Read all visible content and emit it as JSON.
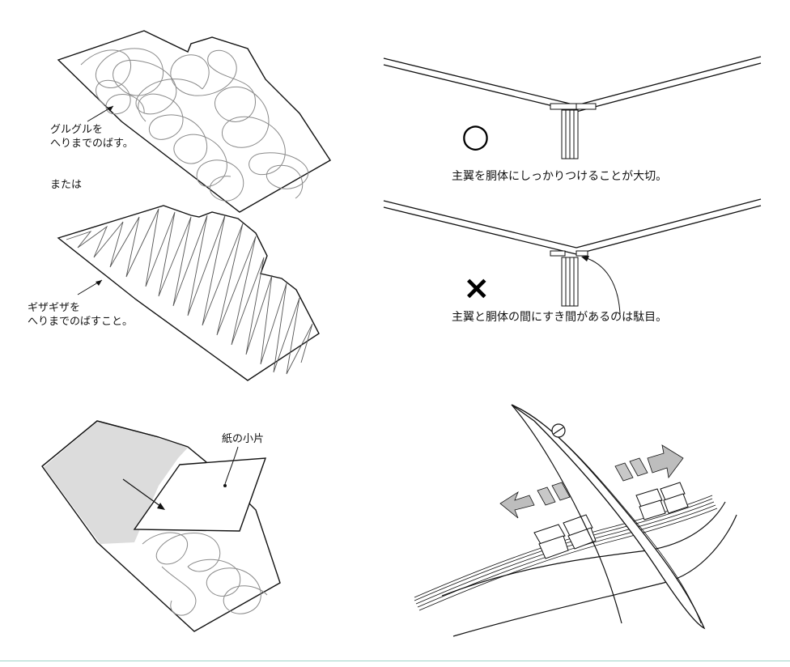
{
  "panels": {
    "scribble": {
      "caption_line1": "グルグルを",
      "caption_line2": "へりまでのばす。",
      "or_text": "または"
    },
    "zigzag": {
      "caption_line1": "ギザギザを",
      "caption_line2": "へりまでのばすこと。"
    },
    "paper_patch": {
      "label": "紙の小片"
    },
    "wing_good": {
      "mark": "○",
      "caption": "主翼を胴体にしっかりつけることが大切。"
    },
    "wing_bad": {
      "mark": "×",
      "caption": "主翼と胴体の間にすき間があるのは駄目。"
    }
  },
  "colors": {
    "line": "#111111",
    "scribble": "#8a8a8a",
    "shade": "#dcdcdc",
    "strip": "#c8c8c8",
    "arrow_fill": "#bdbdbd",
    "rule": "#9fd3c7"
  },
  "icons": {
    "good": "circle-icon",
    "bad": "cross-icon"
  }
}
